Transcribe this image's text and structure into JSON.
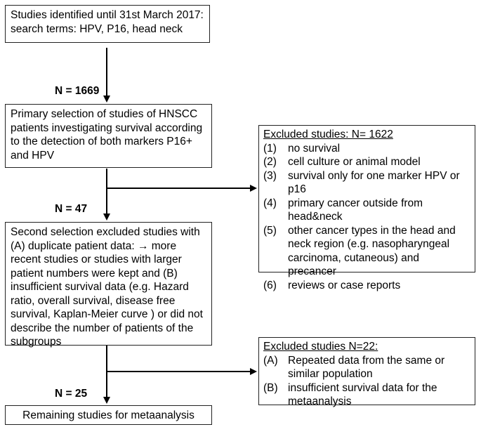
{
  "boxes": {
    "search": "Studies identified until 31st March 2017: search terms: HPV, P16, head neck",
    "primary": "Primary selection of studies of HNSCC patients investigating survival according to the detection of both markers P16+ and HPV",
    "second": "Second selection excluded studies with (A) duplicate patient data: → more recent studies or studies with larger patient numbers were kept and (B) insufficient survival data (e.g. Hazard ratio, overall survival, disease free survival, Kaplan-Meier curve ) or did not describe the number of patients of the subgroups",
    "remaining": "Remaining studies for metaanalysis"
  },
  "counts": {
    "n1": "N = 1669",
    "n2": "N = 47",
    "n3": "N = 25"
  },
  "excluded1": {
    "title": "Excluded studies: N= 1622",
    "items": [
      {
        "num": "(1)",
        "text": "no survival"
      },
      {
        "num": "(2)",
        "text": "cell culture or animal model"
      },
      {
        "num": "(3)",
        "text": "survival only for one marker HPV or p16"
      },
      {
        "num": "(4)",
        "text": "primary cancer outside from head&neck"
      },
      {
        "num": "(5)",
        "text": "other cancer types in the head and neck region (e.g. nasopharyngeal carcinoma, cutaneous) and precancer"
      },
      {
        "num": "(6)",
        "text": "reviews or case reports"
      }
    ]
  },
  "excluded2": {
    "title": "Excluded studies N=22:",
    "items": [
      {
        "num": "(A)",
        "text": "Repeated data from the same or similar population"
      },
      {
        "num": "(B)",
        "text": "insufficient survival data for the metaanalysis"
      }
    ]
  }
}
